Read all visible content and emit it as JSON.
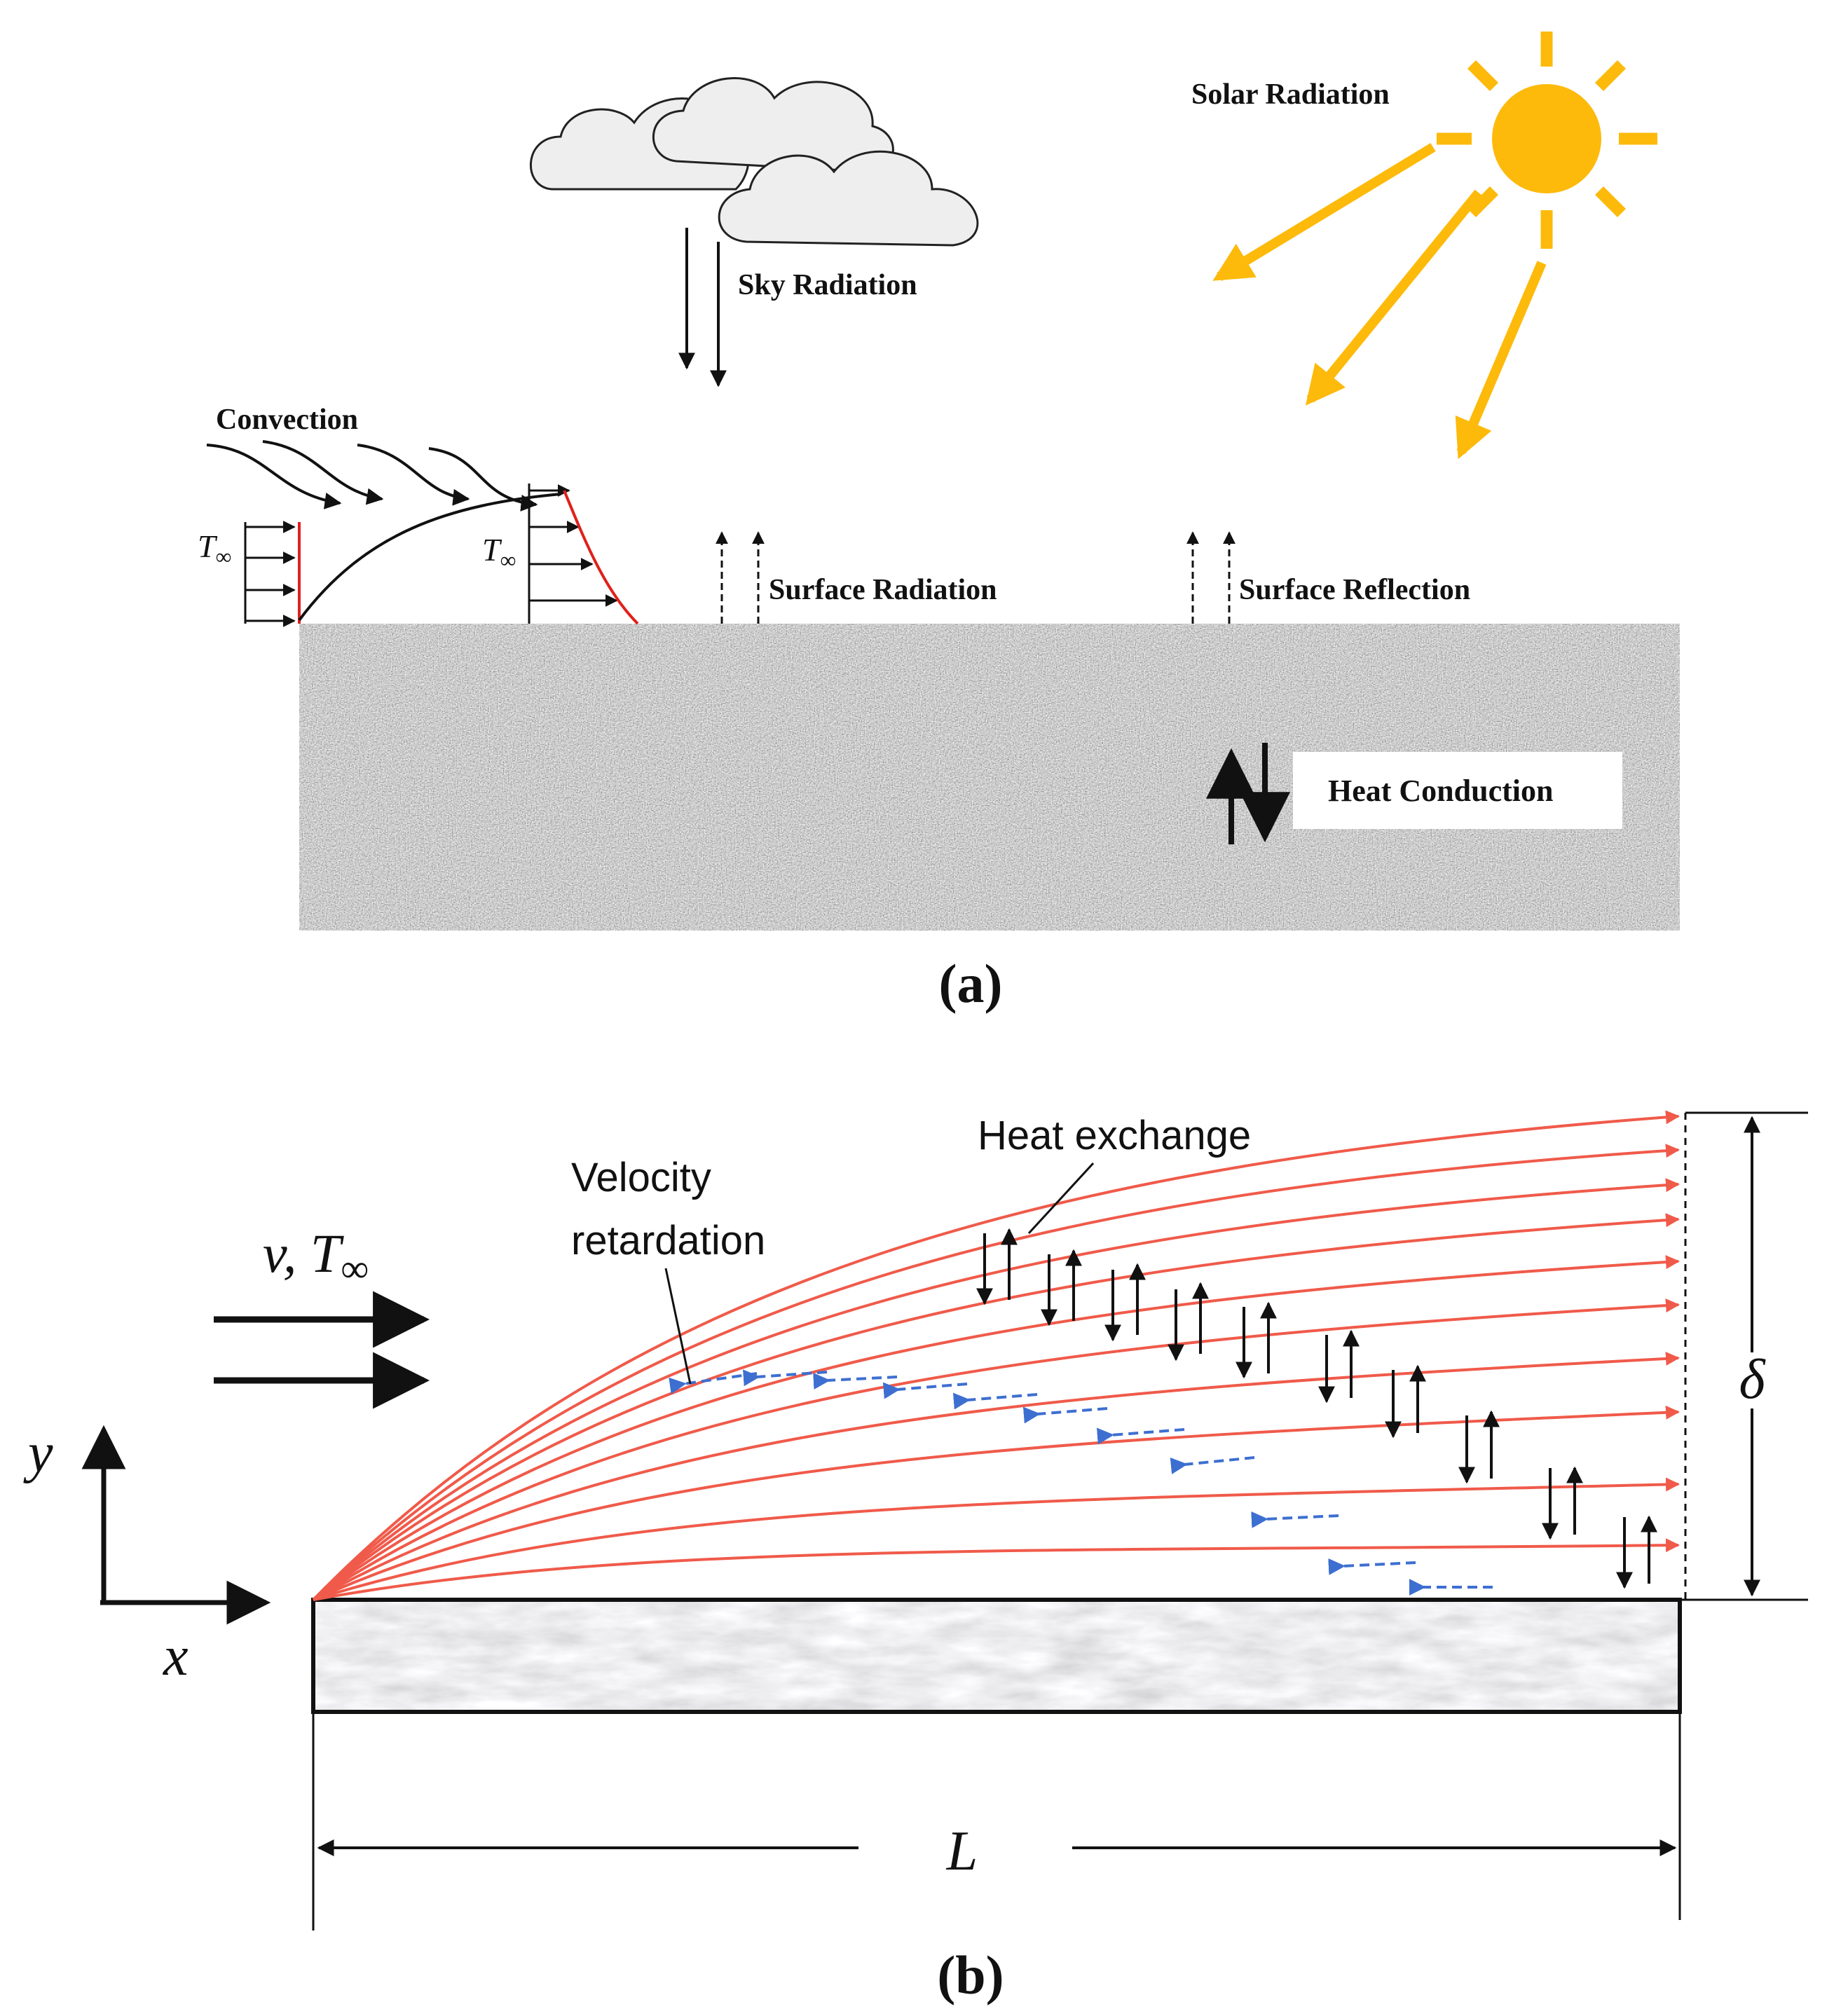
{
  "panel_a": {
    "panel_label": "(a)",
    "labels": {
      "solar_radiation": "Solar Radiation",
      "sky_radiation": "Sky Radiation",
      "convection": "Convection",
      "surface_radiation": "Surface Radiation",
      "surface_reflection": "Surface Reflection",
      "heat_conduction": "Heat Conduction",
      "t_inf_left_base": "T",
      "t_inf_left_sub": "∞",
      "t_inf_right_base": "T",
      "t_inf_right_sub": "∞"
    }
  },
  "panel_b": {
    "panel_label": "(b)",
    "labels": {
      "heat_exchange": "Heat exchange",
      "velocity_retardation_line1": "Velocity",
      "velocity_retardation_line2": "retardation",
      "flow_v": "v, T",
      "flow_sub": "∞",
      "delta": "δ",
      "length": "L",
      "axis_y": "y",
      "axis_x": "x"
    }
  },
  "colors": {
    "sun": "#FDBA0B",
    "streamline": "#F05A4A",
    "retardation_arrow": "#3D6FD1",
    "profile_edge": "#E0201B",
    "ink": "#111111"
  }
}
